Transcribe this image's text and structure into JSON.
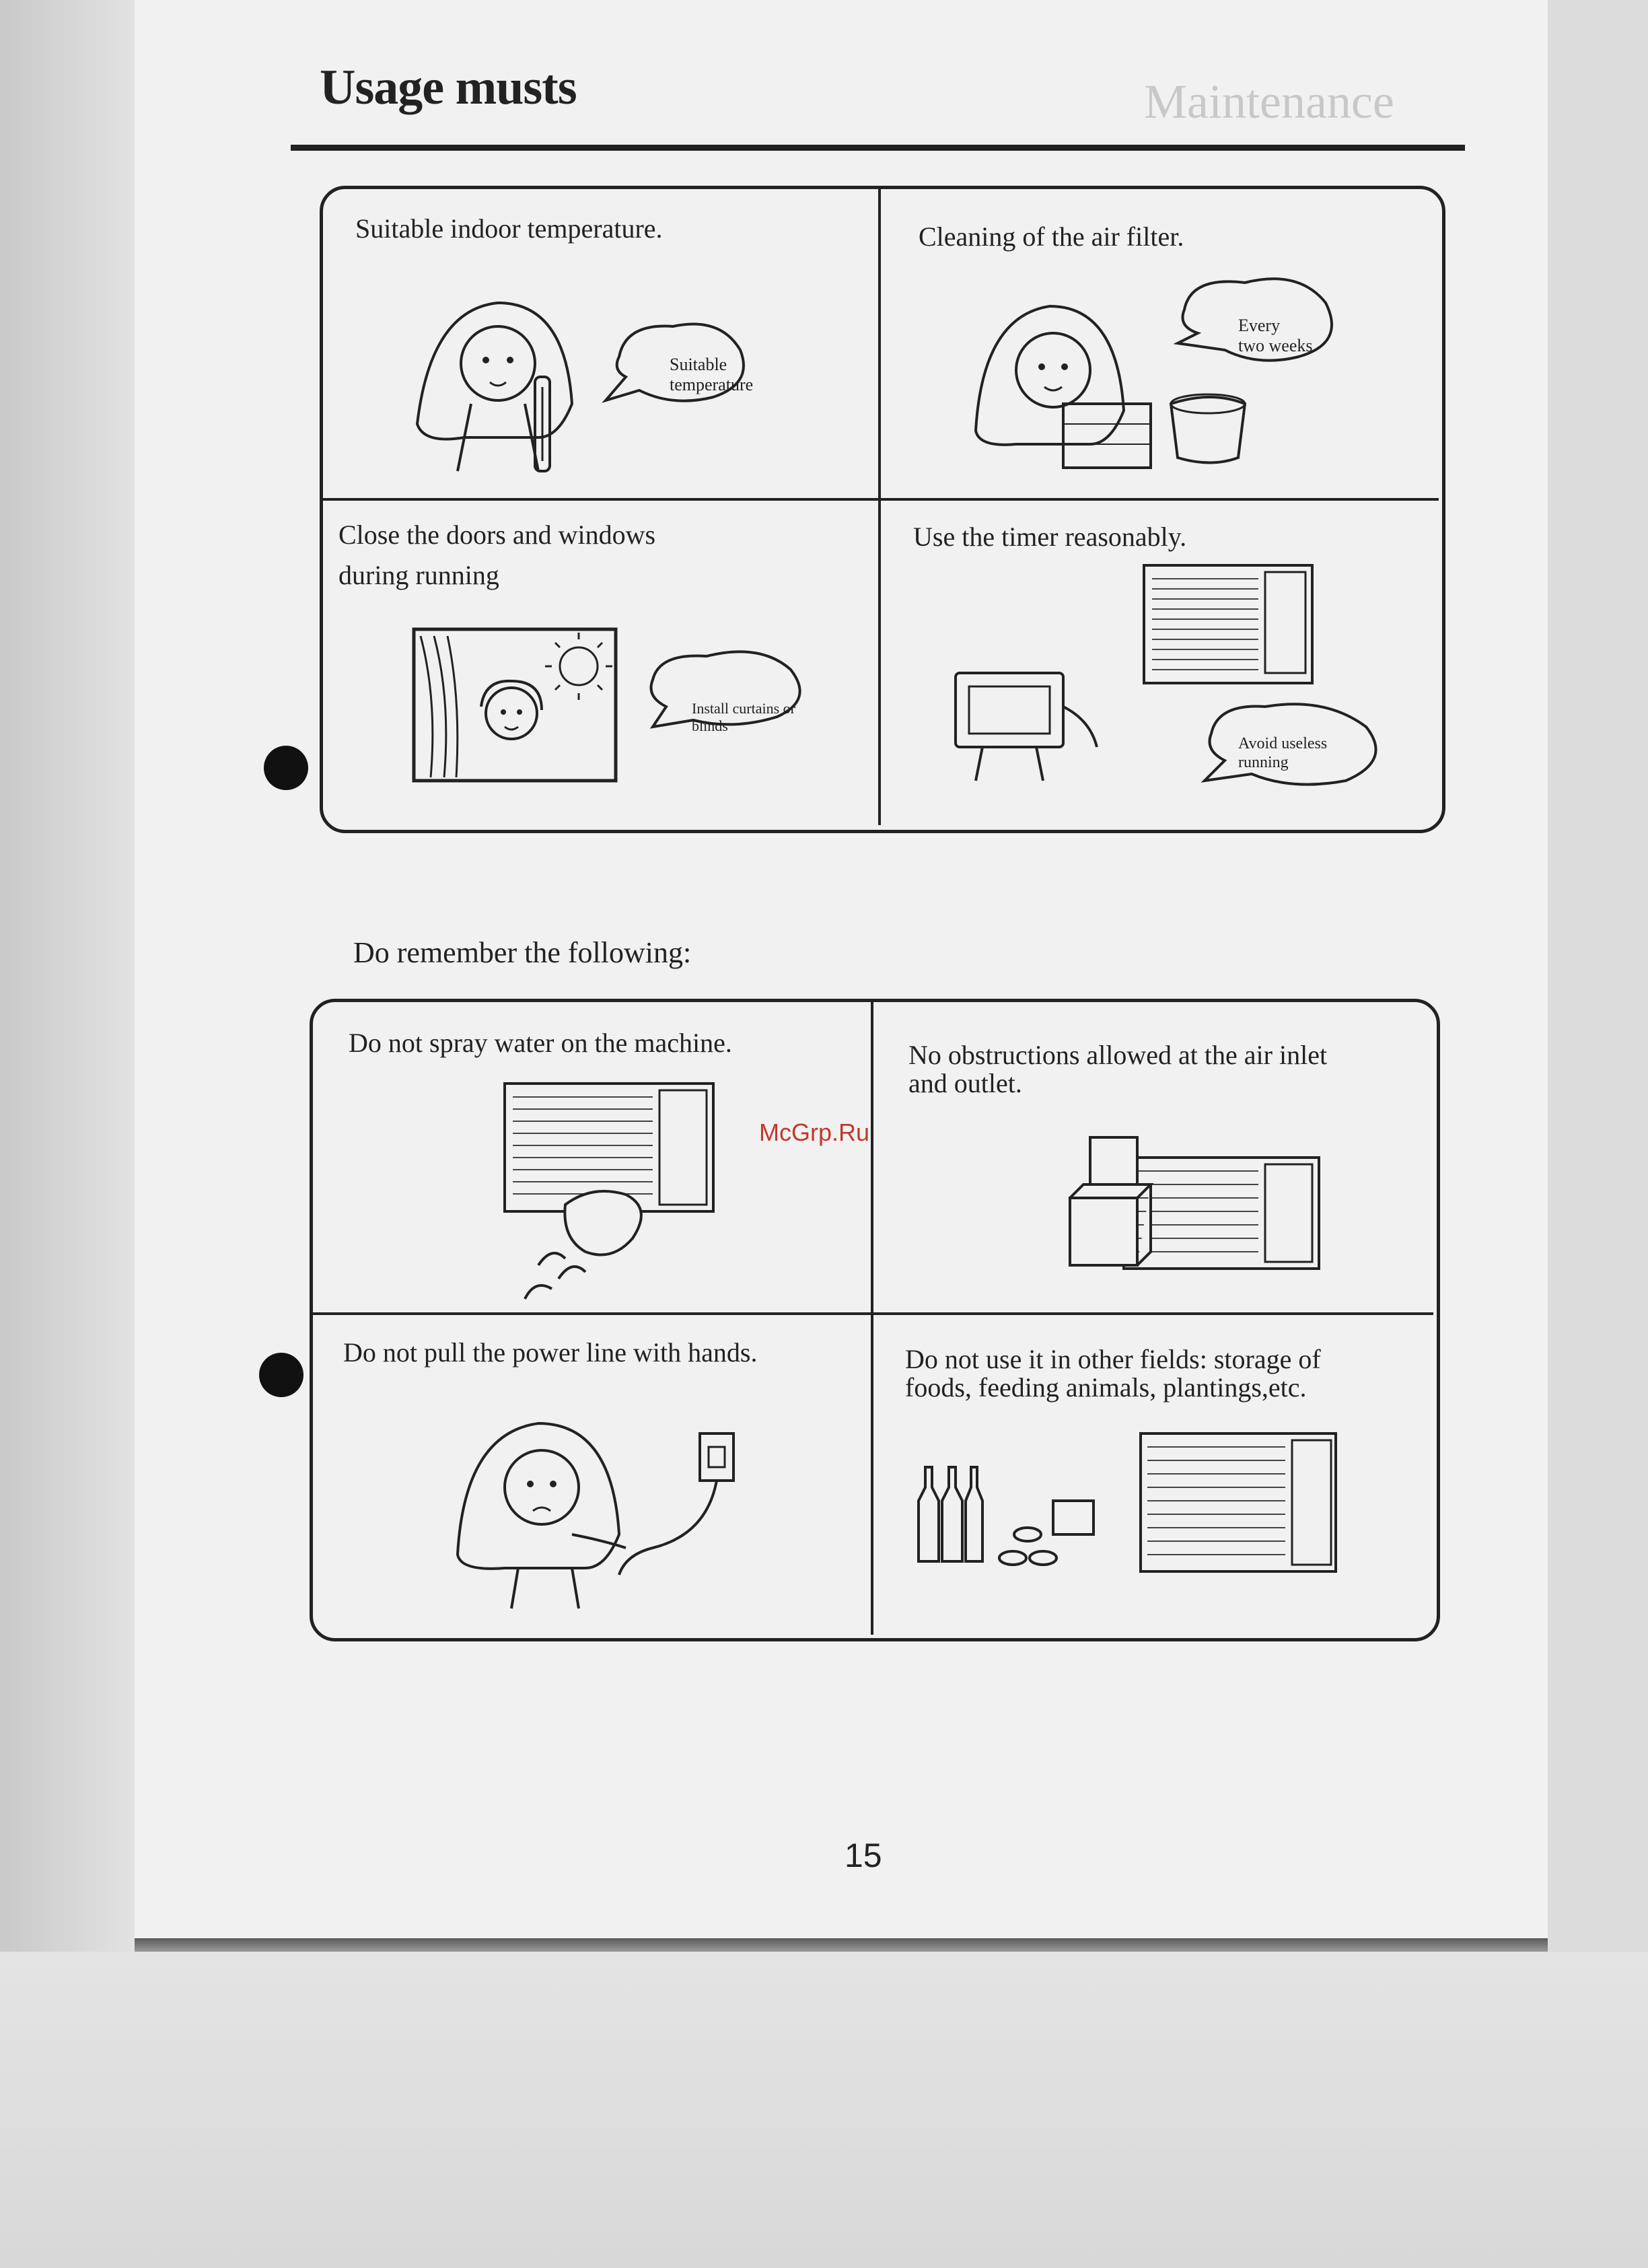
{
  "page": {
    "title": "Usage musts",
    "ghost_title": "Maintenance",
    "page_number": "15",
    "watermark": "McGrp.Ru"
  },
  "top_panel": {
    "cells": [
      {
        "caption": "Suitable indoor temperature.",
        "bubble": [
          "Suitable",
          "temperature"
        ]
      },
      {
        "caption": "Cleaning of the air filter.",
        "bubble": [
          "Every",
          "two weeks"
        ]
      },
      {
        "caption": [
          "Close the doors and windows",
          "during running"
        ],
        "bubble": [
          "Install curtains or",
          "blinds"
        ]
      },
      {
        "caption": "Use the timer reasonably.",
        "bubble": [
          "Avoid useless",
          "running"
        ]
      }
    ]
  },
  "section_heading": "Do remember the following:",
  "bottom_panel": {
    "cells": [
      {
        "caption": "Do not spray water on the machine."
      },
      {
        "caption": [
          "No obstructions allowed at the air inlet",
          "and outlet."
        ]
      },
      {
        "caption": "Do not pull the power line with hands."
      },
      {
        "caption": [
          "Do not use it in other fields: storage of",
          "foods, feeding animals, plantings,etc."
        ]
      }
    ]
  }
}
